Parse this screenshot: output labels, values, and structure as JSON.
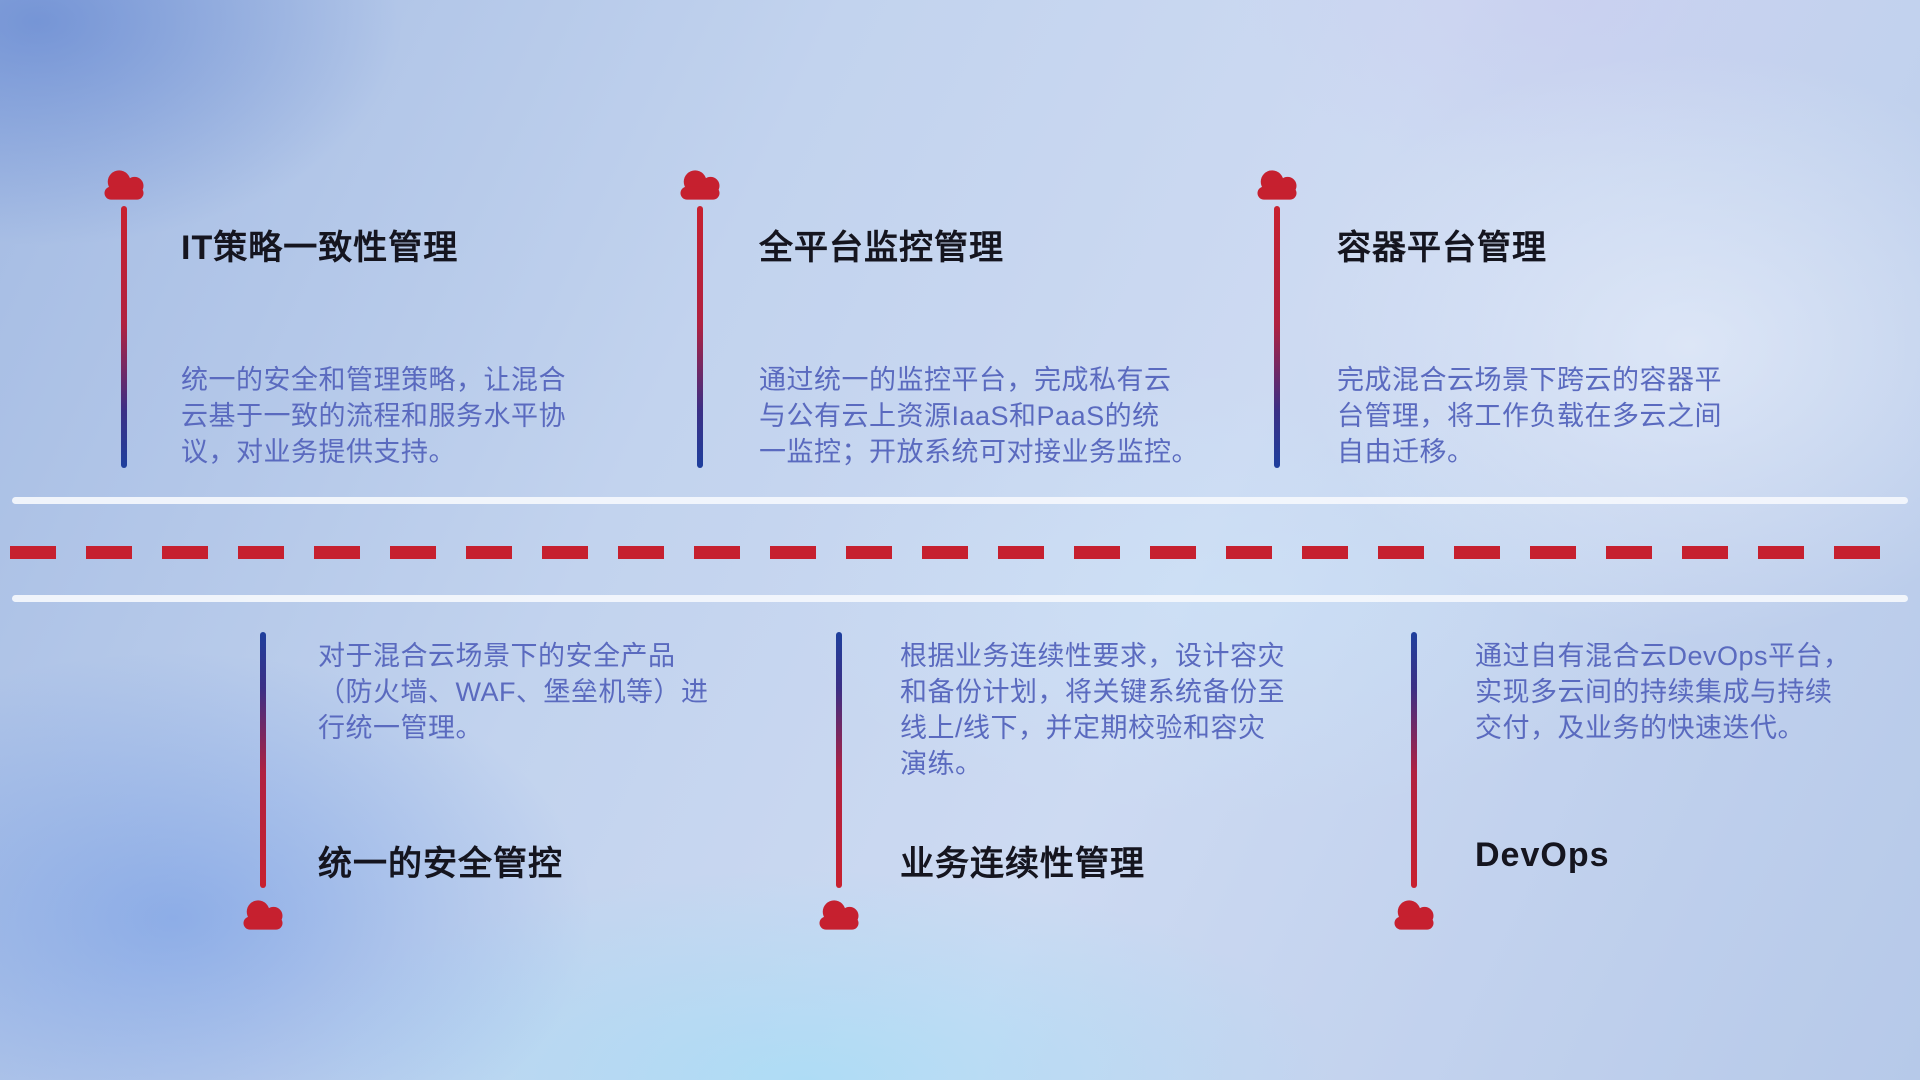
{
  "diagram": {
    "theme": "hybrid-cloud management capabilities timeline",
    "colors": {
      "accent_red": "#c6202f",
      "accent_blue": "#1e3f9d",
      "title_text": "#15151f",
      "description_text": "#5a6abf",
      "divider_white": "#f3f7fc"
    }
  },
  "top_items": [
    {
      "title": "IT策略一致性管理",
      "description": "统一的安全和管理策略，让混合\n云基于一致的流程和服务水平协\n议，对业务提供支持。"
    },
    {
      "title": "全平台监控管理",
      "description": "通过统一的监控平台，完成私有云\n与公有云上资源IaaS和PaaS的统\n一监控；开放系统可对接业务监控。"
    },
    {
      "title": "容器平台管理",
      "description": "完成混合云场景下跨云的容器平\n台管理，将工作负载在多云之间\n自由迁移。"
    }
  ],
  "bottom_items": [
    {
      "title": "统一的安全管控",
      "description": "对于混合云场景下的安全产品\n（防火墙、WAF、堡垒机等）进\n行统一管理。"
    },
    {
      "title": "业务连续性管理",
      "description": "根据业务连续性要求，设计容灾\n和备份计划，将关键系统备份至\n线上/线下，并定期校验和容灾\n演练。"
    },
    {
      "title": "DevOps",
      "description": "通过自有混合云DevOps平台，\n实现多云间的持续集成与持续\n交付，及业务的快速迭代。"
    }
  ]
}
